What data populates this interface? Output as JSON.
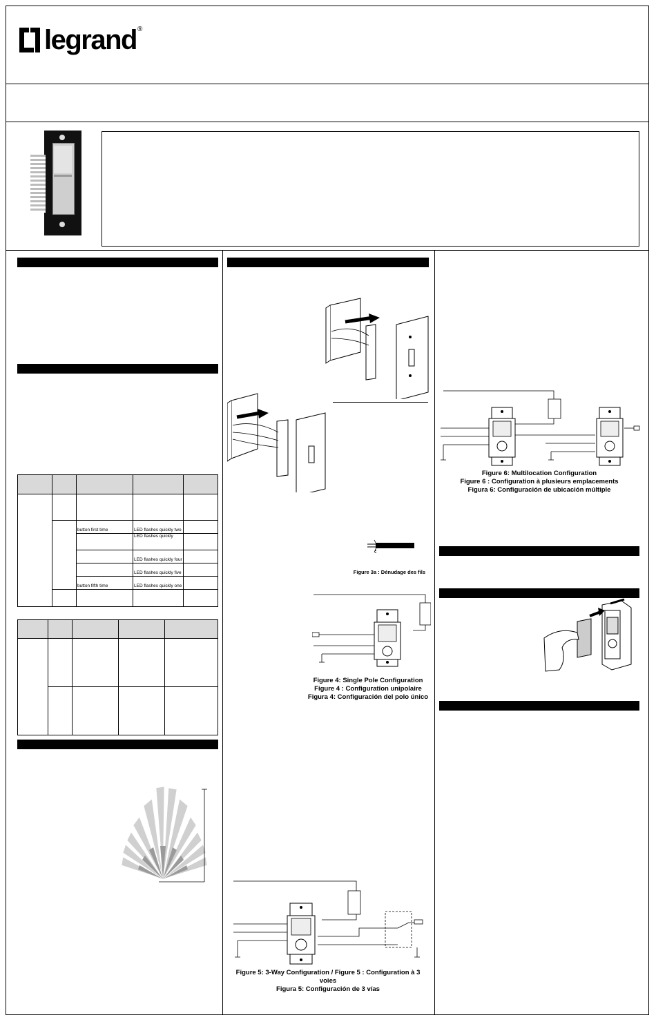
{
  "brand": {
    "name": "legrand",
    "registered": "®"
  },
  "table1": {
    "cells": [
      "button first time",
      "LED flashes quickly two",
      "LED flashes quickly",
      "LED flashes quickly four",
      "LED flashes quickly five",
      "LED flashes quickly one",
      "button fifth time"
    ]
  },
  "figures": {
    "fig3a": "Figure 3a : Dénudage des fils",
    "fig4": [
      "Figure 4: Single Pole Configuration",
      "Figure 4 : Configuration unipolaire",
      "Figura 4: Configuración del polo único"
    ],
    "fig5": [
      "Figure 5: 3-Way Configuration / Figure 5 : Configuration à 3 voies",
      "Figura 5: Configuración de 3 vías"
    ],
    "fig6": [
      "Figure 6: Multilocation Configuration",
      "Figure 6 : Configuration à plusieurs emplacements",
      "Figura 6: Configuración de ubicación múltiple"
    ]
  }
}
